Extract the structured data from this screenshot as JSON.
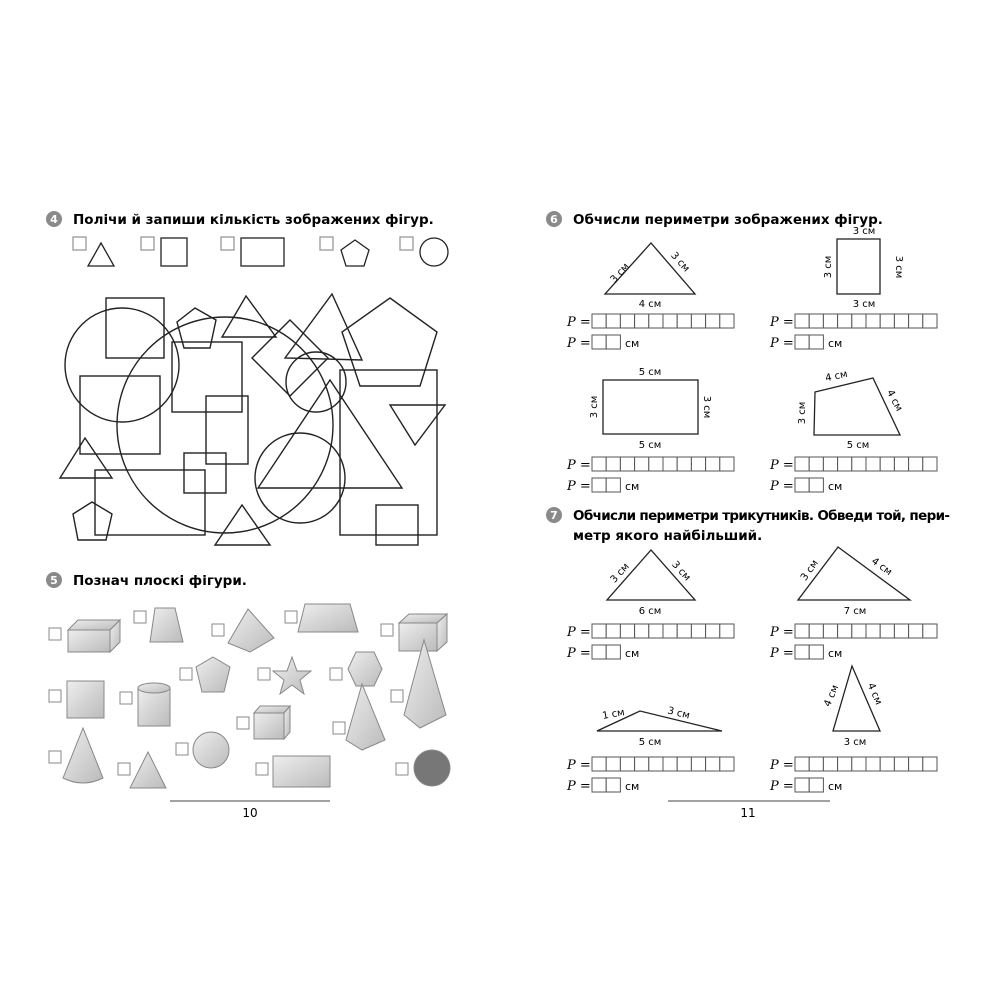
{
  "left_page": {
    "page_number": "10",
    "task4": {
      "number": "4",
      "title": "Полічи й запиши кількість зображених фігур."
    },
    "task5": {
      "number": "5",
      "title": "Познач плоскі фігури."
    }
  },
  "right_page": {
    "page_number": "11",
    "task6": {
      "number": "6",
      "title": "Обчисли периметри зображених фігур.",
      "triangle": {
        "a": "3 см",
        "b": "3 см",
        "c": "4 см"
      },
      "square": {
        "top": "3 см",
        "left": "3 см",
        "right": "3 см",
        "bottom": "3 см"
      },
      "rectangle": {
        "top": "5 см",
        "left": "3 см",
        "right": "3 см",
        "bottom": "5 см"
      },
      "quadrilateral": {
        "top": "4 см",
        "left": "3 см",
        "right": "4 см",
        "bottom": "5 см"
      }
    },
    "task7": {
      "number": "7",
      "title_line1": "Обчисли периметри трикутників. Обведи той, пери-",
      "title_line2": "метр якого найбільший.",
      "t1": {
        "a": "3 см",
        "b": "3 см",
        "c": "6 см"
      },
      "t2": {
        "a": "3 см",
        "b": "4 см",
        "c": "7 см"
      },
      "t3": {
        "a": "1 см",
        "b": "3 см",
        "c": "5 см"
      },
      "t4": {
        "a": "4 см",
        "b": "4 см",
        "c": "3 см"
      }
    },
    "p_label": "P =",
    "unit": "см"
  },
  "colors": {
    "badge": "#8a8a8a",
    "solid_fill": "#d4d4d4"
  }
}
